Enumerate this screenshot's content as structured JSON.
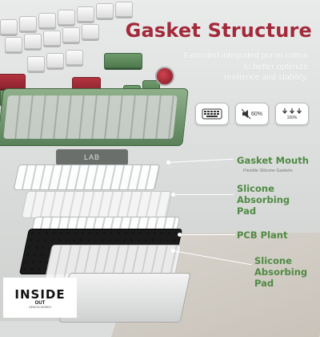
{
  "heading": {
    "title": "Gasket Structure",
    "subtitle_lines": [
      "Extended integrated poron cotton",
      "to better optimize",
      "resilience and stability."
    ]
  },
  "feature_icons": [
    {
      "icon": "keyboard-icon"
    },
    {
      "icon": "sound-dampening-icon",
      "text": "60%"
    },
    {
      "icon": "pressure-arrows-icon",
      "text": "100%"
    }
  ],
  "keycaps": {
    "lab_badge": "LAB"
  },
  "callouts": [
    {
      "label": "Gasket Mouth",
      "sublabel": "Flexible Silicone Gaskets"
    },
    {
      "label": "Slicone Absorbing Pad"
    },
    {
      "label": "PCB Plant"
    },
    {
      "label": "Slicone Absorbing Pad"
    }
  ],
  "logo": {
    "title": "INSIDE",
    "subtitle": "OUT",
    "tiny": "DESIGN WORKS"
  },
  "colors": {
    "title_red": "#a32a3a",
    "label_green": "#4f8a43",
    "case_green": "#5a815a"
  }
}
